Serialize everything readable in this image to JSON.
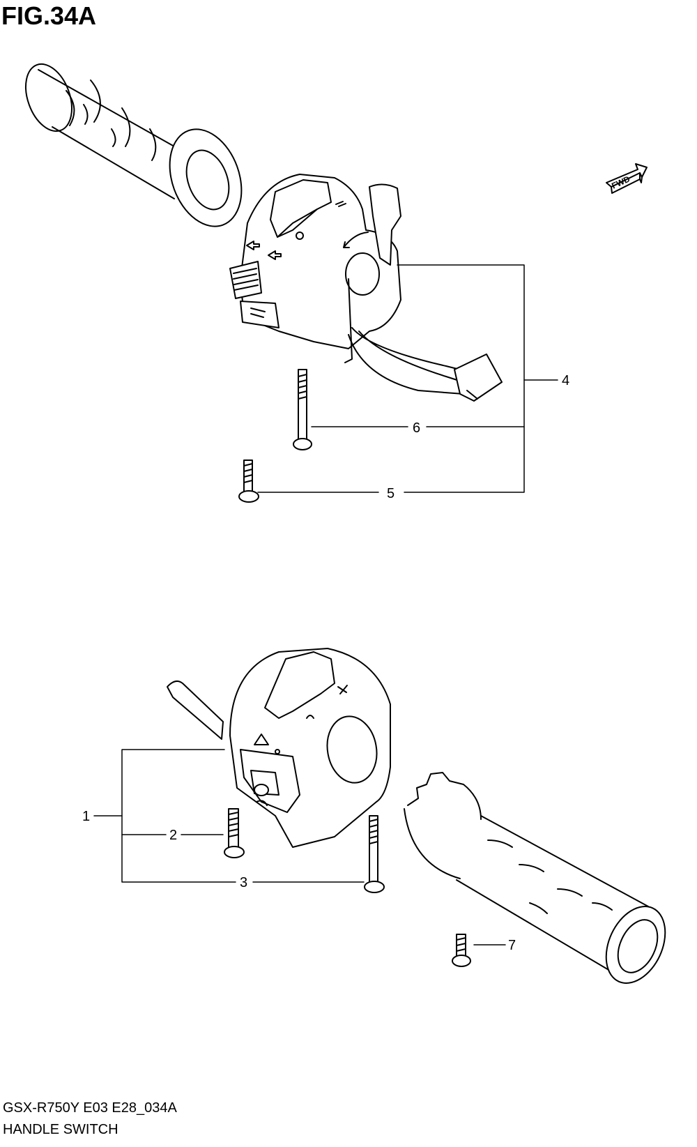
{
  "figure": {
    "title": "FIG.34A"
  },
  "fwd_label": "FWD",
  "callouts": {
    "c1": "1",
    "c2": "2",
    "c3": "3",
    "c4": "4",
    "c5": "5",
    "c6": "6",
    "c7": "7"
  },
  "footer": {
    "model_code": "GSX-R750Y E03 E28_034A",
    "section_name": "HANDLE SWITCH"
  }
}
